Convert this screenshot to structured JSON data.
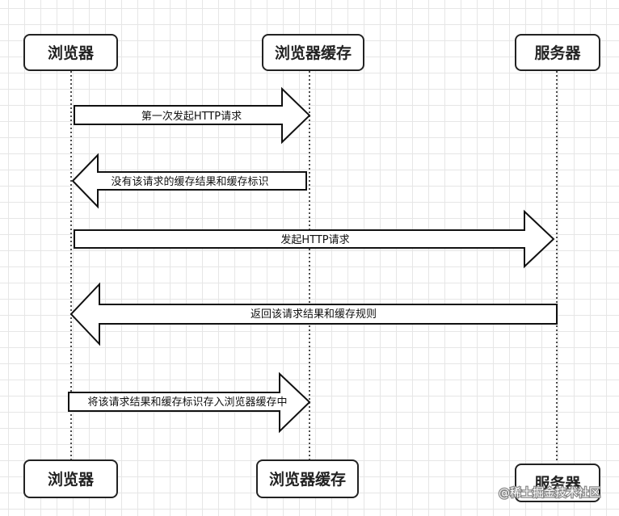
{
  "participants": {
    "browser": "浏览器",
    "cache": "浏览器缓存",
    "server": "服务器"
  },
  "messages": [
    "第一次发起HTTP请求",
    "没有该请求的缓存结果和缓存标识",
    "发起HTTP请求",
    "返回该请求结果和缓存规则",
    "将该请求结果和缓存标识存入浏览器缓存中"
  ],
  "watermark": "@稀土掘金技术社区",
  "colors": {
    "stroke": "#111111",
    "box_fill": "#ffffff",
    "grid": "#e6e6e6"
  }
}
